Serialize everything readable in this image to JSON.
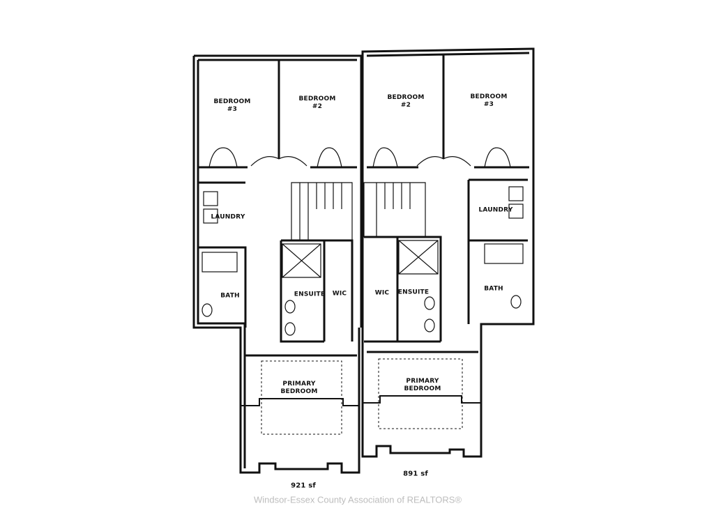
{
  "rooms": {
    "left_bedroom3": {
      "name": "BEDROOM",
      "num": "#3"
    },
    "left_bedroom2": {
      "name": "BEDROOM",
      "num": "#2"
    },
    "right_bedroom2": {
      "name": "BEDROOM",
      "num": "#2"
    },
    "right_bedroom3": {
      "name": "BEDROOM",
      "num": "#3"
    },
    "left_laundry": "LAUNDRY",
    "right_laundry": "LAUNDRY",
    "left_bath": "BATH",
    "right_bath": "BATH",
    "left_ensuite": "ENSUITE",
    "right_ensuite": "ENSUITE",
    "left_wic": "WIC",
    "right_wic": "WIC",
    "left_primary": {
      "line1": "PRIMARY",
      "line2": "BEDROOM"
    },
    "right_primary": {
      "line1": "PRIMARY",
      "line2": "BEDROOM"
    }
  },
  "areas": {
    "left": "921 sf",
    "right": "891 sf"
  },
  "watermark": "Windsor-Essex County Association of REALTORS®"
}
